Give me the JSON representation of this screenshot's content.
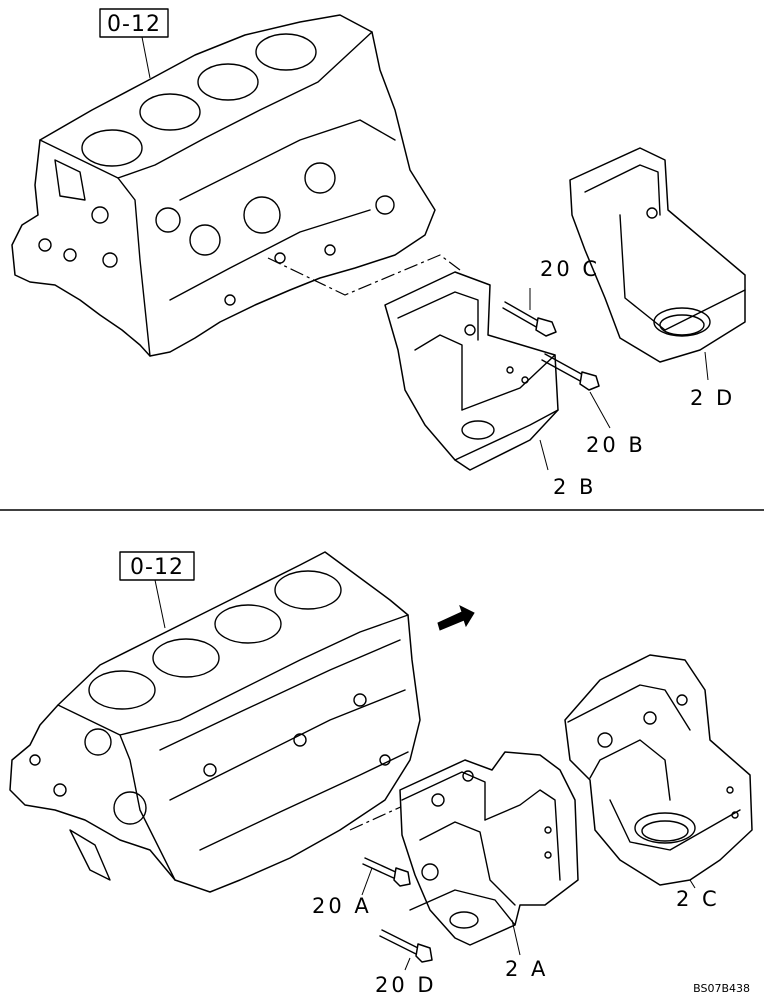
{
  "upper": {
    "ref_box": "0-12",
    "labels": {
      "bolt_c": "20 C",
      "bolt_b": "20 B",
      "bracket_b": "2 B",
      "bracket_d": "2 D"
    }
  },
  "lower": {
    "ref_box": "0-12",
    "labels": {
      "bolt_a": "20 A",
      "bolt_d": "20 D",
      "bracket_a": "2 A",
      "bracket_c": "2 C"
    }
  },
  "drawing_code": "BS07B438"
}
